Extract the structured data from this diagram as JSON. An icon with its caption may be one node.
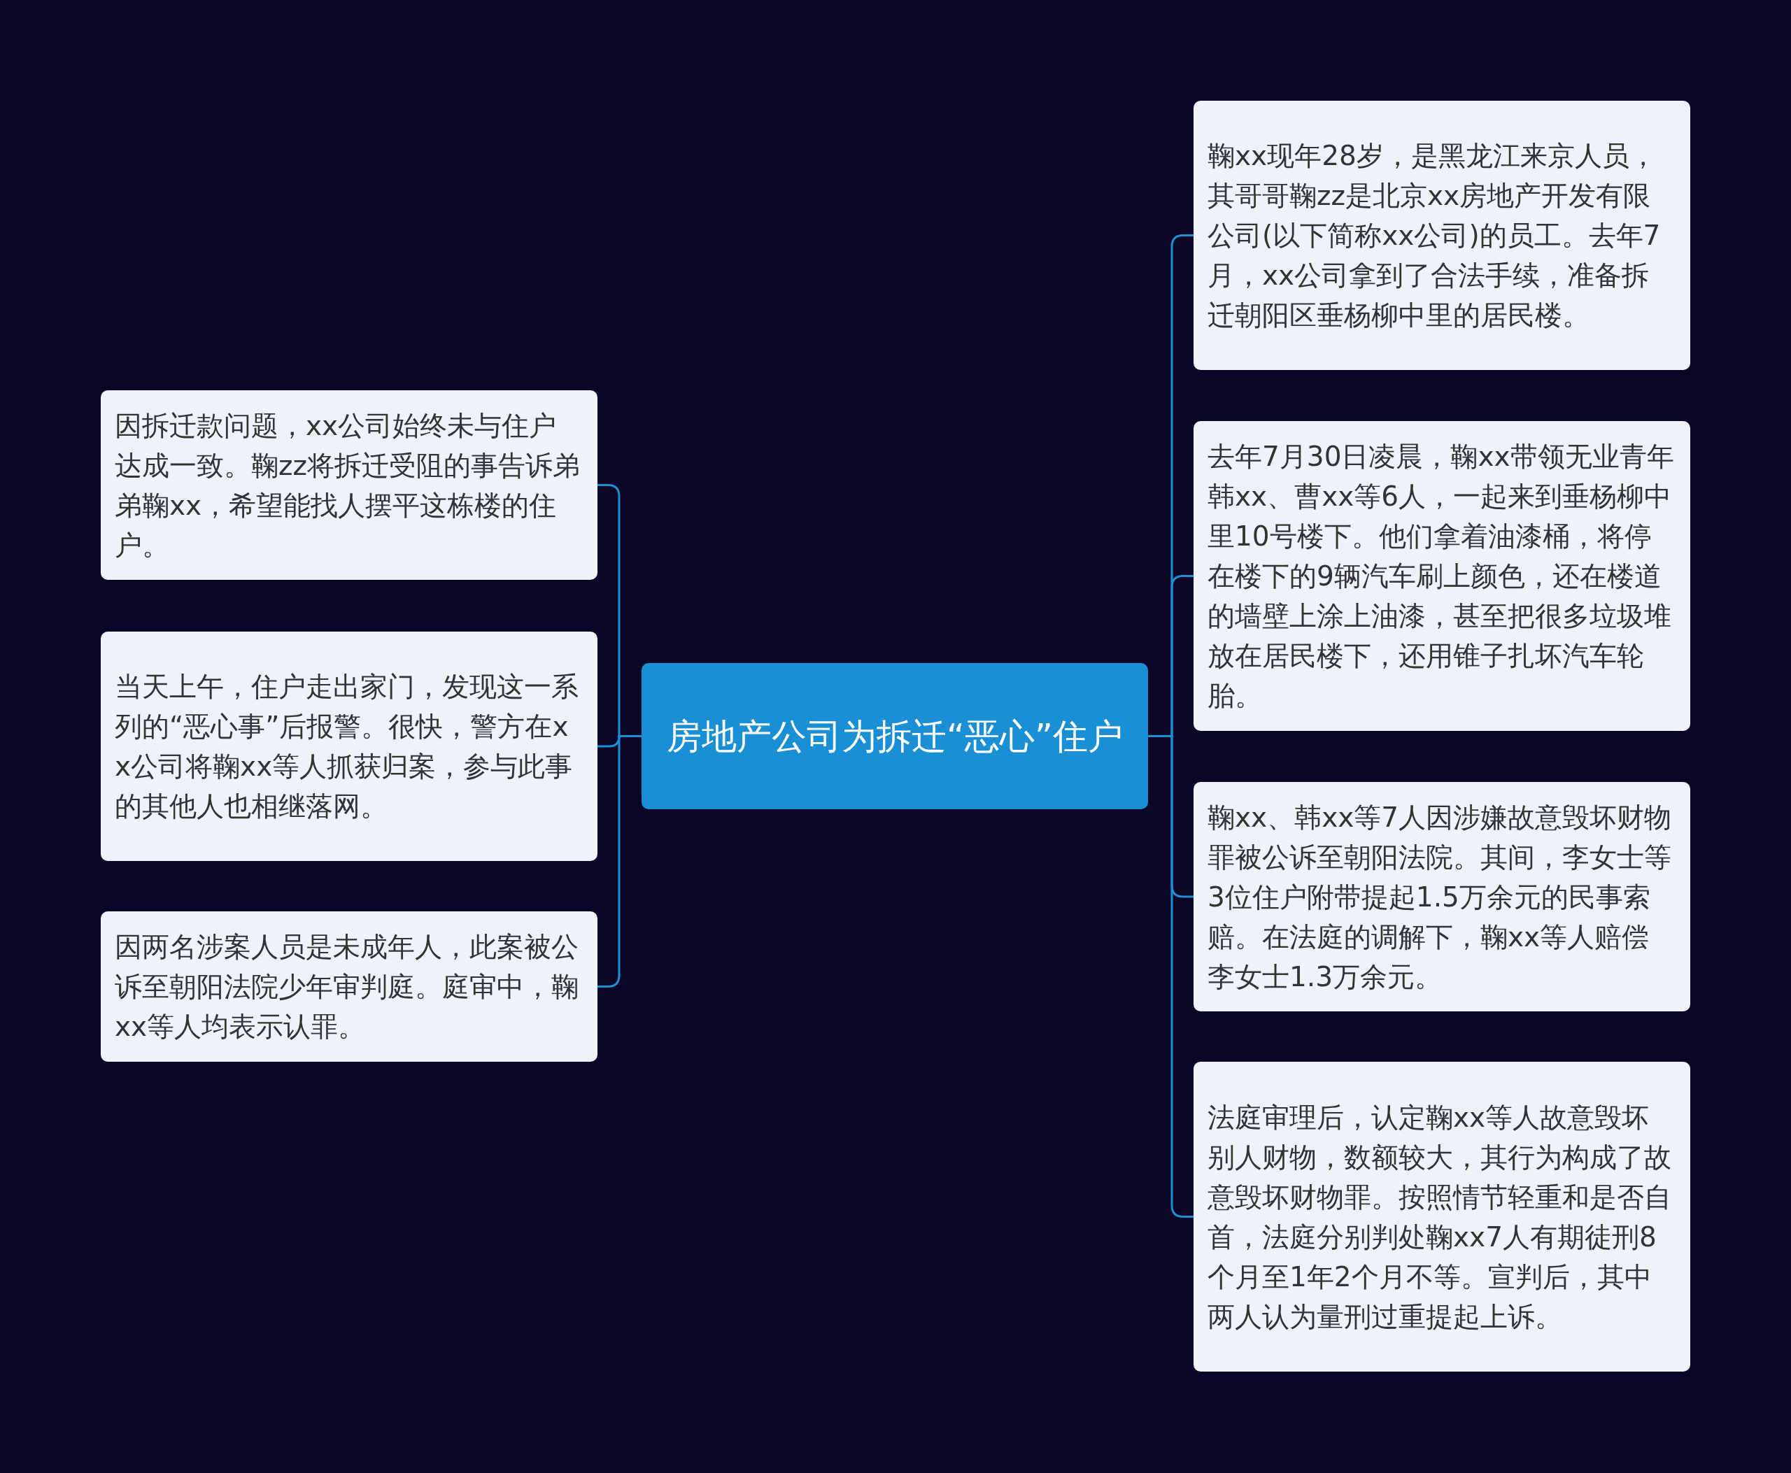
{
  "diagram": {
    "nodes": [
      {
        "text": [
          "房地产公司为拆迁“恶心”住户"
        ]
      },
      {
        "text": [
          "因拆迁款问题，xx公司始终未与住户达成一致。鞠zz将拆迁受阻的事告诉弟弟鞠xx，希望能找人摆平这栋楼的住户。"
        ]
      },
      {
        "text": [
          "当天上午，住户走出家门，发现这一系列的“恶心事”后报警。很快，警方在xx公司将鞠xx等人抓获归案，参与此事的其他人也相继落网。"
        ]
      },
      {
        "text": [
          "因两名涉案人员是未成年人，此案被公诉至朝阳法院少年审判庭。庭审中，鞠xx等人均表示认罪。"
        ]
      },
      {
        "text": [
          "鞠xx现年28岁，是黑龙江来京人员，其哥哥鞠zz是北京xx房地产开发有限公司(以下简称xx公司)的员工。去年7月，xx公司拿到了合法手续，准备拆迁朝阳区垂杨柳中里的居民楼。"
        ]
      },
      {
        "text": [
          "去年7月30日凌晨，鞠xx带领无业青年韩xx、曹xx等6人，一起来到垂杨柳中里10号楼下。他们拿着油漆桶，将停在楼下的9辆汽车刷上颜色，还在楼道的墙壁上涂上油漆，甚至把很多垃圾堆放在居民楼下，还用锥子扎坏汽车轮胎。"
        ]
      },
      {
        "text": [
          "鞠xx、韩xx等7人因涉嫌故意毁坏财物罪被公诉至朝阳法院。其间，李女士等3位住户附带提起1.5万余元的民事索赔。在法庭的调解下，鞠xx等人赔偿李女士1.3万余元。"
        ]
      },
      {
        "text": [
          "法庭审理后，认定鞠xx等人故意毁坏别人财物，数额较大，其行为构成了故意毁坏财物罪。按照情节轻重和是否自首，法庭分别判处鞠xx7人有期徒刑8个月至1年2个月不等。宣判后，其中两人认为量刑过重提起上诉。"
        ]
      }
    ],
    "edges": [
      {
        "from": 0,
        "to": 1,
        "arrow": "none"
      },
      {
        "from": 0,
        "to": 2,
        "arrow": "none"
      },
      {
        "from": 0,
        "to": 3,
        "arrow": "none"
      },
      {
        "from": 0,
        "to": 4,
        "arrow": "none"
      },
      {
        "from": 0,
        "to": 5,
        "arrow": "none"
      },
      {
        "from": 0,
        "to": 6,
        "arrow": "none"
      },
      {
        "from": 0,
        "to": 7,
        "arrow": "none"
      }
    ]
  }
}
